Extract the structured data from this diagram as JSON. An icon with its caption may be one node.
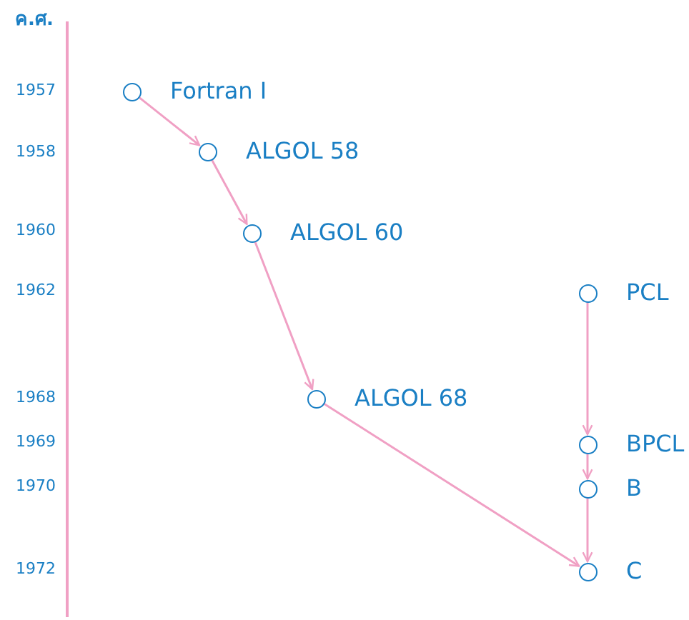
{
  "diagram": {
    "nodes": [
      {
        "text": [],
        "shape": "circle",
        "beside": [
          "Fortran I"
        ]
      },
      {
        "text": [],
        "shape": "circle",
        "beside": [
          "ALGOL 58"
        ]
      },
      {
        "text": [],
        "shape": "circle",
        "beside": [
          "ALGOL 60"
        ]
      },
      {
        "text": [],
        "shape": "circle",
        "beside": [
          "ALGOL 68"
        ]
      },
      {
        "text": [],
        "shape": "circle",
        "beside": [
          "PCL"
        ]
      },
      {
        "text": [],
        "shape": "circle",
        "beside": [
          "BPCL"
        ]
      },
      {
        "text": [],
        "shape": "circle",
        "beside": [
          "B"
        ]
      },
      {
        "text": [],
        "shape": "circle",
        "beside": [
          "C"
        ]
      }
    ],
    "edges": [
      {
        "from": 0,
        "to": 1,
        "arrow": "to"
      },
      {
        "from": 1,
        "to": 2,
        "arrow": "to"
      },
      {
        "from": 2,
        "to": 3,
        "arrow": "to"
      },
      {
        "from": 3,
        "to": 7,
        "arrow": "to"
      },
      {
        "from": 4,
        "to": 5,
        "arrow": "to"
      },
      {
        "from": 5,
        "to": 6,
        "arrow": "to"
      },
      {
        "from": 6,
        "to": 7,
        "arrow": "to"
      }
    ],
    "labels": [
      "ค.ศ.",
      "1957",
      "1958",
      "1960",
      "1962",
      "1968",
      "1969",
      "1970",
      "1972"
    ]
  }
}
